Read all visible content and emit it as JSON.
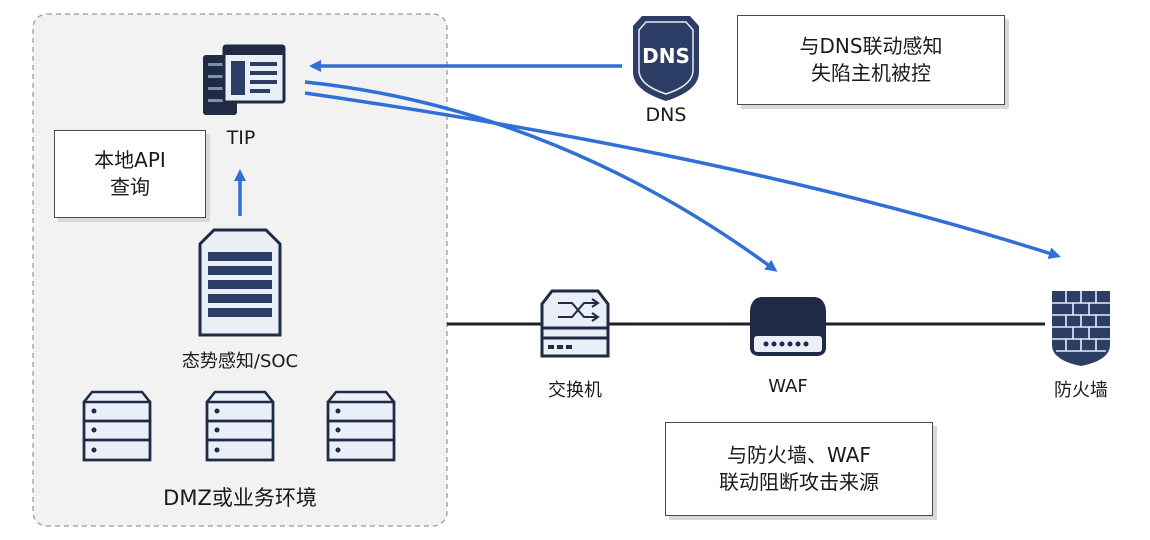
{
  "zone": {
    "label": "DMZ或业务环境"
  },
  "nodes": {
    "tip": {
      "label": "TIP"
    },
    "soc": {
      "label": "态势感知/SOC"
    },
    "dns": {
      "label": "DNS",
      "badge": "DNS"
    },
    "switch": {
      "label": "交换机"
    },
    "waf": {
      "label": "WAF"
    },
    "firewall": {
      "label": "防火墙"
    }
  },
  "callouts": {
    "local_api": {
      "line1": "本地API",
      "line2": "查询"
    },
    "dns_link": {
      "line1": "与DNS联动感知",
      "line2": "失陷主机被控"
    },
    "fw_waf_link": {
      "line1": "与防火墙、WAF",
      "line2": "联动阻断攻击来源"
    }
  },
  "colors": {
    "arrow": "#2f6fd6",
    "device_dark": "#1f2a44",
    "device_mid": "#2c3e66",
    "zone_fill": "#f2f2f2"
  }
}
